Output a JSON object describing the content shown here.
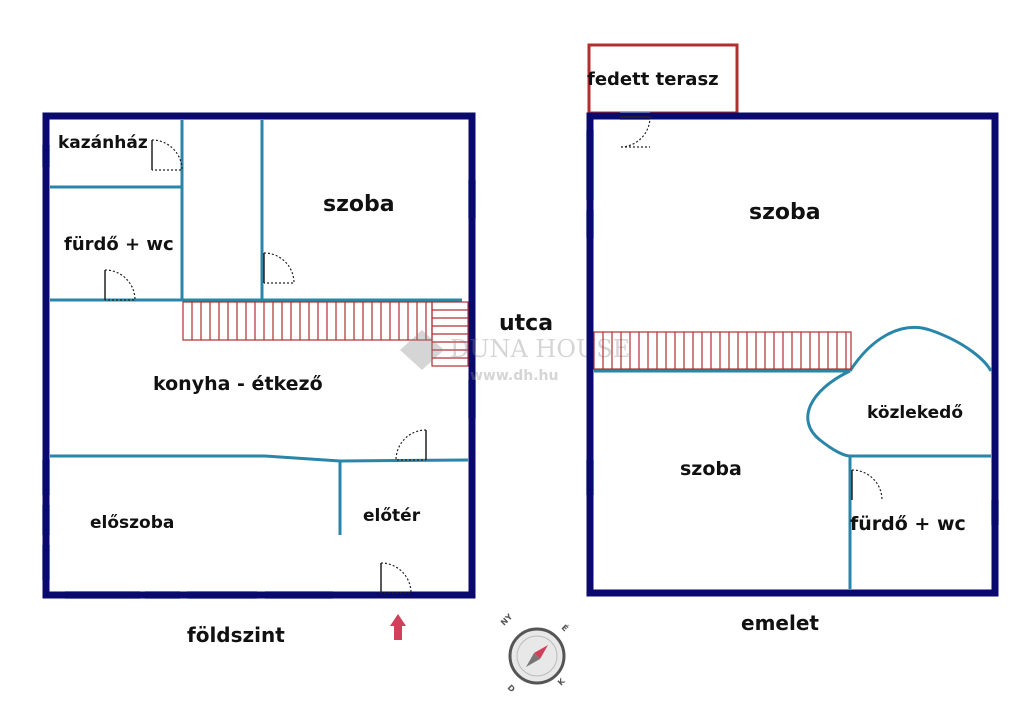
{
  "ground_floor": {
    "label": "földszint",
    "rooms": {
      "kazanhaz": "kazánház",
      "furdo": "fürdő + wc",
      "szoba": "szoba",
      "konyha": "konyha - étkező",
      "eloszoba": "előszoba",
      "eloter": "előtér"
    }
  },
  "upper_floor": {
    "label": "emelet",
    "rooms": {
      "terasz": "fedett terasz",
      "szoba_top": "szoba",
      "szoba_bottom": "szoba",
      "kozlekedo": "közlekedő",
      "furdo": "fürdő + wc"
    }
  },
  "street_label": "utca",
  "watermark": {
    "brand": "DUNA HOUSE",
    "url": "www.dh.hu"
  },
  "compass": {
    "north": "NY",
    "east": "É",
    "south": "D",
    "west": "K"
  },
  "colors": {
    "exterior_wall": "#0a0a6e",
    "interior_wall": "#2a86a8",
    "stairs": "#b03030",
    "entrance_arrow": "#d0405a"
  }
}
